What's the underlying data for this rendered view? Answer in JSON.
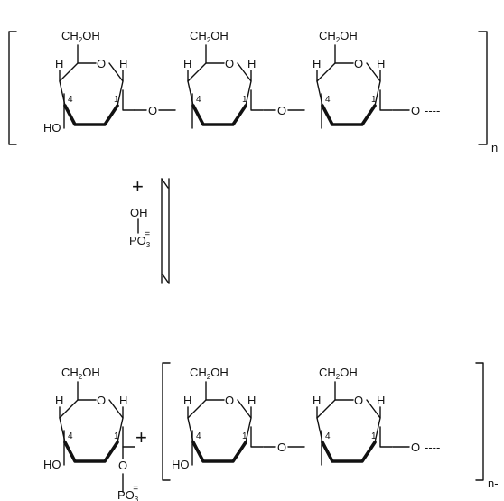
{
  "labels": {
    "ch2oh": "CH",
    "ch2oh_sub": "2",
    "ch2oh_tail": "OH",
    "h": "H",
    "o": "O",
    "ho": "HO",
    "oh": "OH",
    "c4": "4",
    "c1": "1",
    "dashes": "----",
    "n": "n",
    "n_minus": "n-",
    "plus": "+",
    "po3": "PO",
    "po3_sub": "3",
    "po3_charge": "="
  }
}
